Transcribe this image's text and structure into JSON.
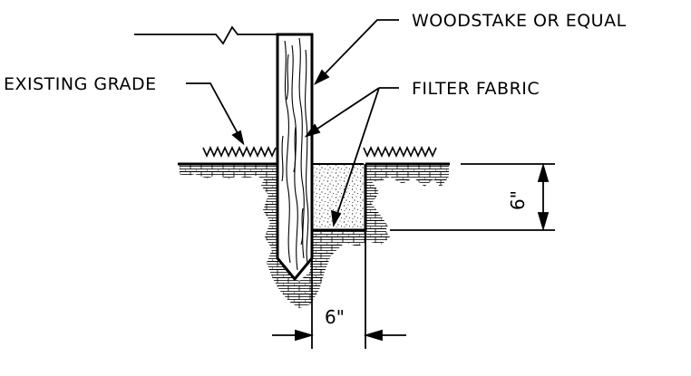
{
  "labels": {
    "woodstake": "WOODSTAKE OR EQUAL",
    "existing_grade": "EXISTING GRADE",
    "filter_fabric": "FILTER FABRIC",
    "dim_depth": "6\"",
    "dim_width": "6\""
  },
  "colors": {
    "line": "#000000",
    "background": "#ffffff"
  }
}
